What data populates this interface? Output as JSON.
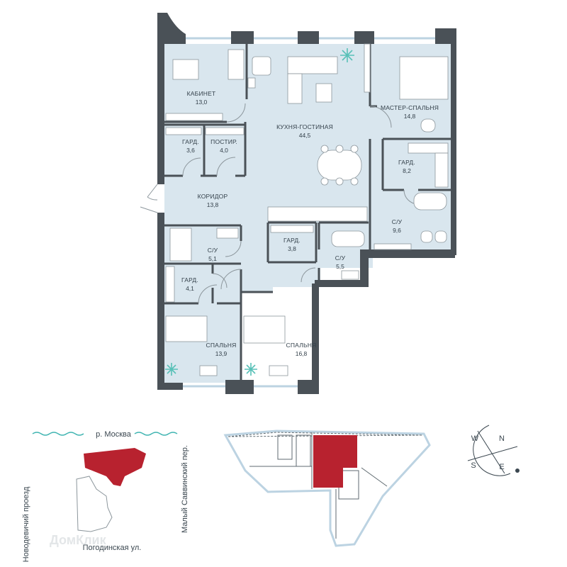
{
  "colors": {
    "room_fill": "#d9e6ee",
    "wall": "#4a5157",
    "window": "#bcd3e2",
    "accent": "#b8222f",
    "river": "#3fb4b1",
    "plant": "#59c1b8"
  },
  "rooms": [
    {
      "id": "office",
      "name": "КАБИНЕТ",
      "area": "13,0"
    },
    {
      "id": "kitchen-living",
      "name": "КУХНЯ-ГОСТИНАЯ",
      "area": "44,5"
    },
    {
      "id": "master-bedroom",
      "name": "МАСТЕР-СПАЛЬНЯ",
      "area": "14,8"
    },
    {
      "id": "wardrobe-1",
      "name": "ГАРД.",
      "area": "3,6"
    },
    {
      "id": "laundry",
      "name": "ПОСТИР.",
      "area": "4,0"
    },
    {
      "id": "wardrobe-master",
      "name": "ГАРД.",
      "area": "8,2"
    },
    {
      "id": "corridor",
      "name": "КОРИДОР",
      "area": "13,8"
    },
    {
      "id": "bathroom-master",
      "name": "С/У",
      "area": "9,6"
    },
    {
      "id": "bathroom-1",
      "name": "С/У",
      "area": "5,1"
    },
    {
      "id": "wardrobe-2",
      "name": "ГАРД.",
      "area": "3,8"
    },
    {
      "id": "bathroom-2",
      "name": "С/У",
      "area": "5,5"
    },
    {
      "id": "wardrobe-3",
      "name": "ГАРД.",
      "area": "4,1"
    },
    {
      "id": "bedroom-1",
      "name": "СПАЛЬНЯ",
      "area": "13,9"
    },
    {
      "id": "bedroom-2",
      "name": "СПАЛЬНЯ",
      "area": "16,8"
    }
  ],
  "location": {
    "river": "р. Москва",
    "street_left": "Новодевичий проезд",
    "street_right": "Малый Саввинский пер.",
    "street_bottom": "Погодинская ул."
  },
  "compass": {
    "n": "N",
    "e": "E",
    "s": "S",
    "w": "W"
  },
  "watermark": "ДомКлик"
}
